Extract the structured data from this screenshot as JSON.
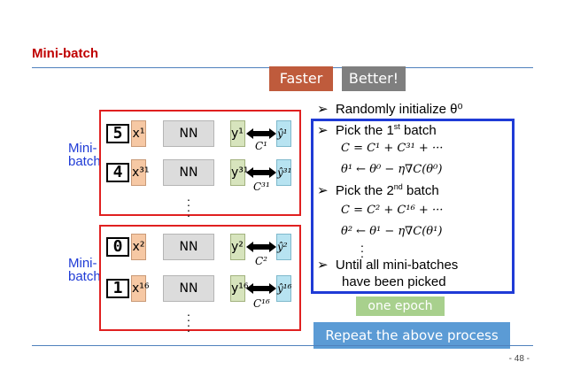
{
  "slide": {
    "title": "Mini-batch",
    "page_number": "- 48 -"
  },
  "tags": {
    "faster": "Faster",
    "better": "Better!",
    "one_epoch": "one epoch",
    "repeat": "Repeat the above process"
  },
  "colors": {
    "title_red": "#c00000",
    "faster_bg": "#bf5b3c",
    "better_bg": "#7f7f7f",
    "epoch_bg": "#a8d08d",
    "repeat_bg": "#5b9bd5",
    "batch_border": "#e02020",
    "list_border": "#1f3bd6"
  },
  "batch1": {
    "label_line1": "Mini-",
    "label_line2": "batch",
    "rows": [
      {
        "digit": "5",
        "x": "x¹",
        "nn": "NN",
        "y": "y¹",
        "yhat": "ŷ¹",
        "cost": "C¹"
      },
      {
        "digit": "4",
        "x": "x³¹",
        "nn": "NN",
        "y": "y³¹",
        "yhat": "ŷ³¹",
        "cost": "C³¹"
      }
    ]
  },
  "batch2": {
    "label_line1": "Mini-",
    "label_line2": "batch",
    "rows": [
      {
        "digit": "0",
        "x": "x²",
        "nn": "NN",
        "y": "y²",
        "yhat": "ŷ²",
        "cost": "C²"
      },
      {
        "digit": "1",
        "x": "x¹⁶",
        "nn": "NN",
        "y": "y¹⁶",
        "yhat": "ŷ¹⁶",
        "cost": "C¹⁶"
      }
    ]
  },
  "steps": {
    "init": "Randomly initialize θ⁰",
    "pick1_pre": "Pick the 1",
    "pick1_sup": "st",
    "pick1_post": " batch",
    "eq1a": "C = C¹ + C³¹ + ···",
    "eq1b": "θ¹ ← θ⁰ − η∇C(θ⁰)",
    "pick2_pre": "Pick the 2",
    "pick2_sup": "nd",
    "pick2_post": " batch",
    "eq2a": "C = C² + C¹⁶ + ···",
    "eq2b": "θ² ← θ¹ − η∇C(θ¹)",
    "until_1": "Until all mini-batches",
    "until_2": "have been picked"
  },
  "icons": {
    "bullet": "arrow-bullet-icon",
    "arrow": "double-arrow-icon"
  }
}
